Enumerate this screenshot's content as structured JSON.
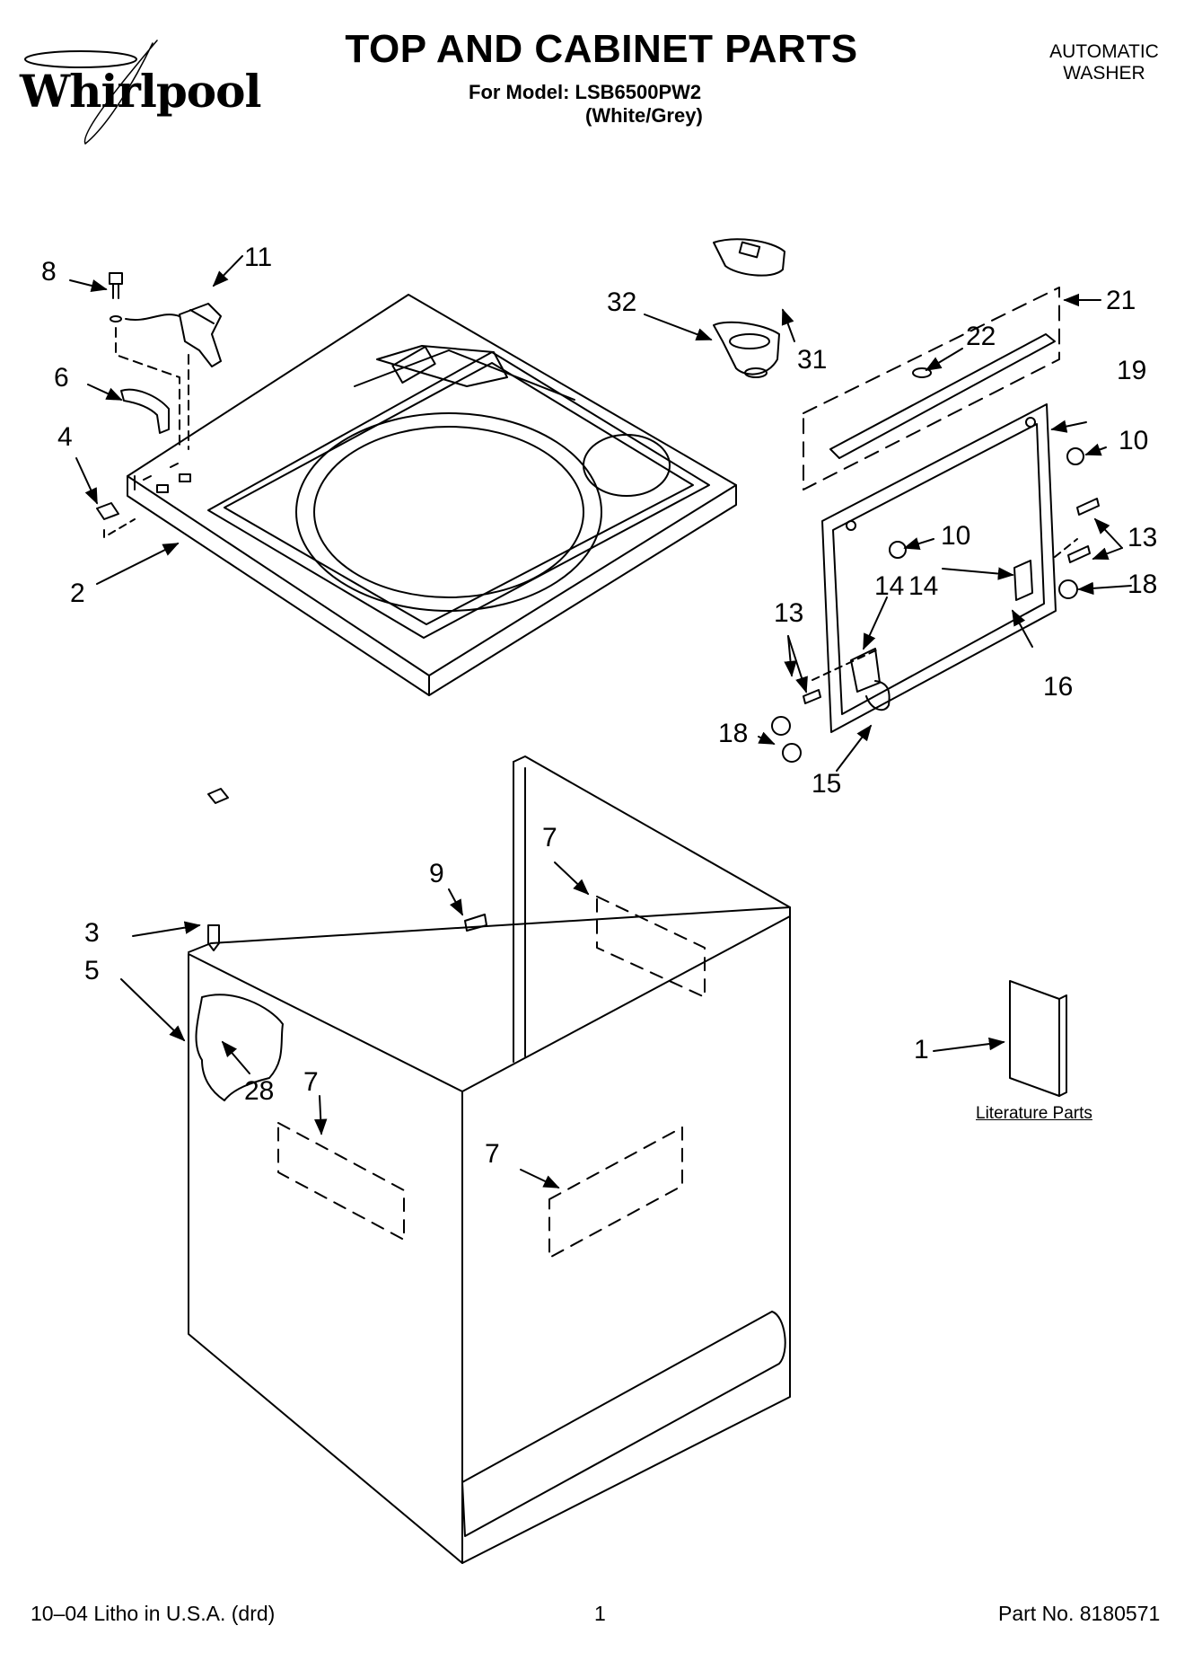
{
  "header": {
    "brand": "Whirlpool",
    "title": "TOP AND CABINET PARTS",
    "model_line": "For Model: LSB6500PW2",
    "color_line": "(White/Grey)",
    "category_line1": "AUTOMATIC",
    "category_line2": "WASHER"
  },
  "callouts": [
    {
      "id": "8",
      "label": "8"
    },
    {
      "id": "11",
      "label": "11"
    },
    {
      "id": "6",
      "label": "6"
    },
    {
      "id": "4",
      "label": "4"
    },
    {
      "id": "2",
      "label": "2"
    },
    {
      "id": "32",
      "label": "32"
    },
    {
      "id": "31",
      "label": "31"
    },
    {
      "id": "21",
      "label": "21"
    },
    {
      "id": "22",
      "label": "22"
    },
    {
      "id": "19",
      "label": "19"
    },
    {
      "id": "10a",
      "label": "10"
    },
    {
      "id": "10b",
      "label": "10"
    },
    {
      "id": "13a",
      "label": "13"
    },
    {
      "id": "14a",
      "label": "14"
    },
    {
      "id": "18a",
      "label": "18"
    },
    {
      "id": "13b",
      "label": "13"
    },
    {
      "id": "14b",
      "label": "14"
    },
    {
      "id": "16",
      "label": "16"
    },
    {
      "id": "18b",
      "label": "18"
    },
    {
      "id": "15",
      "label": "15"
    },
    {
      "id": "9",
      "label": "9"
    },
    {
      "id": "7a",
      "label": "7"
    },
    {
      "id": "3",
      "label": "3"
    },
    {
      "id": "5",
      "label": "5"
    },
    {
      "id": "28",
      "label": "28"
    },
    {
      "id": "7b",
      "label": "7"
    },
    {
      "id": "7c",
      "label": "7"
    },
    {
      "id": "1",
      "label": "1"
    }
  ],
  "literature_label": "Literature Parts",
  "footer": {
    "left": "10–04 Litho in U.S.A. (drd)",
    "page": "1",
    "part_no": "Part No. 8180571"
  }
}
